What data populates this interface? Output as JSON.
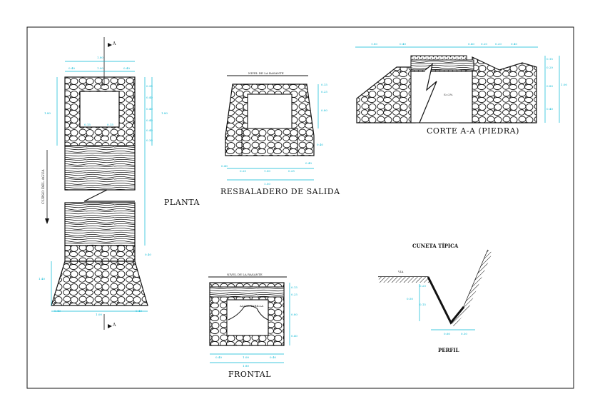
{
  "titles": {
    "planta": "PLANTA",
    "resbaladero": "RESBALADERO DE SALIDA",
    "corte": "CORTE A-A (PIEDRA)",
    "frontal": "FRONTAL",
    "cuneta": "CUNETA TÍPICA",
    "perfil": "PERFIL"
  },
  "notes": {
    "nivel_rasante": "NIVEL DE LA RASANTE",
    "curso_agua": "CURSO DEL AGUA",
    "section_mark": "A",
    "via": "VIA",
    "alcantarilla": "ALCANTARILLA"
  },
  "dims": {
    "planta_top_total": "1.80",
    "planta_top_a": "0.40",
    "planta_top_b": "1.00",
    "planta_top_c": "0.40",
    "planta_left": "1.80",
    "planta_right": "1.80",
    "planta_in_a": "0.15",
    "planta_in_b": "0.15",
    "planta_r1": "0.35",
    "planta_r2": "0.40",
    "planta_r3": "0.40",
    "planta_r4": "0.40",
    "planta_r5": "0.40",
    "planta_r6": "0.30",
    "planta_mid": "0.40",
    "planta_bot_left": "1.40",
    "planta_bot_a": "0.40",
    "planta_bot_b": "1.00",
    "planta_bot_c": "0.40",
    "res_r1": "0.15",
    "res_r2": "0.25",
    "res_r3": "0.80",
    "res_r4": "0.40",
    "res_b1": "0.40",
    "res_b2": "0.25",
    "res_b3": "1.00",
    "res_b4": "0.25",
    "res_b5": "0.40",
    "res_total": "1.50",
    "corte_t1": "1.80",
    "corte_t2": "0.40",
    "corte_t3": "0.40",
    "corte_t4": "0.20",
    "corte_t5": "0.20",
    "corte_t6": "0.40",
    "corte_r1": "0.15",
    "corte_r2": "0.20",
    "corte_r3": "0.80",
    "corte_r4": "0.40",
    "corte_right": "1.00",
    "corte_slope": "S=2%",
    "front_r1": "0.15",
    "front_r2": "0.25",
    "front_r3": "0.80",
    "front_r4": "0.40",
    "front_b1": "0.40",
    "front_b2": "1.00",
    "front_b3": "0.40",
    "front_total": "1.80",
    "perfil_a": "0.60",
    "perfil_b": "0.30",
    "perfil_c": "0.50",
    "perfil_d": "0.20",
    "perfil_e": "0.15"
  },
  "colors": {
    "line": "#111111",
    "dimension": "#00b7d4",
    "paper": "#ffffff"
  }
}
